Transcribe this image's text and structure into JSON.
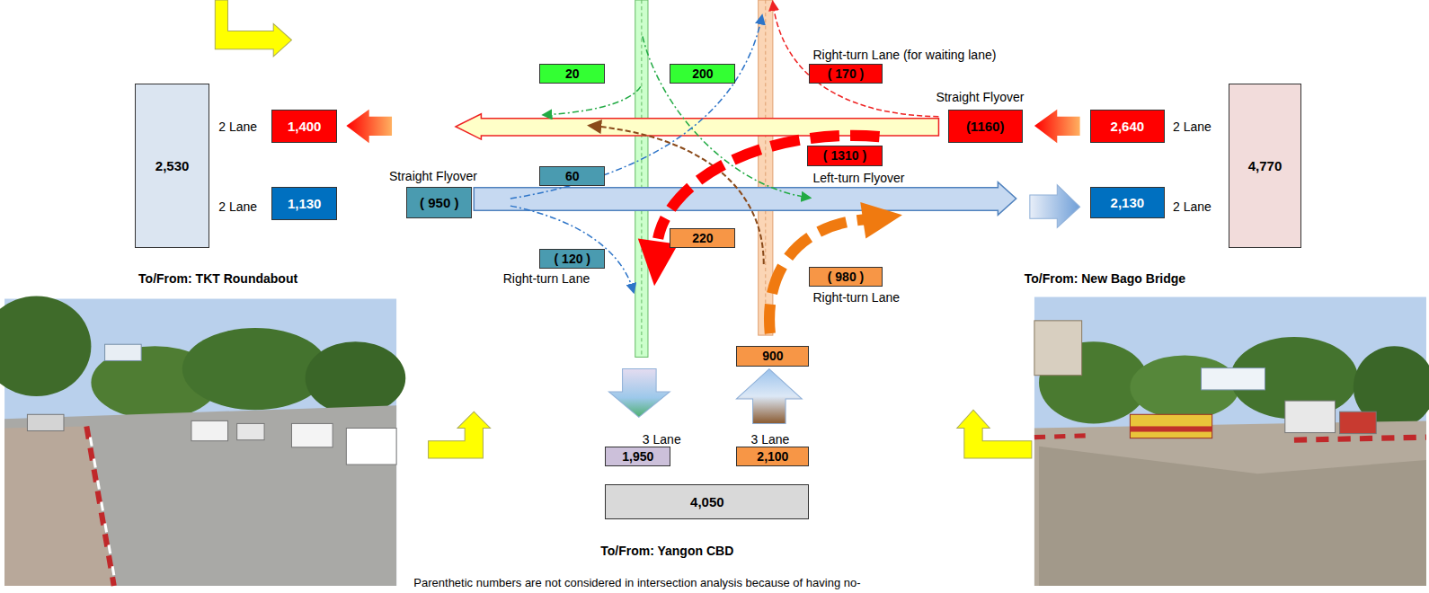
{
  "diagram": {
    "nodes": [
      {
        "text": [
          "2,530"
        ]
      },
      {
        "text": [
          "20"
        ]
      },
      {
        "text": [
          "200"
        ]
      },
      {
        "text": [
          "( 170 )"
        ]
      },
      {
        "text": [
          "4,770"
        ]
      },
      {
        "text": [
          "1,400"
        ]
      },
      {
        "text": [
          "(1160)"
        ]
      },
      {
        "text": [
          "2,640"
        ]
      },
      {
        "text": [
          "( 1310 )"
        ]
      },
      {
        "text": [
          "60"
        ]
      },
      {
        "text": [
          "1,130"
        ]
      },
      {
        "text": [
          "( 950 )"
        ]
      },
      {
        "text": [
          "2,130"
        ]
      },
      {
        "text": [
          "220"
        ]
      },
      {
        "text": [
          "( 120 )"
        ]
      },
      {
        "text": [
          "( 980 )"
        ]
      },
      {
        "text": [
          "900"
        ]
      },
      {
        "text": [
          "1,950"
        ]
      },
      {
        "text": [
          "2,100"
        ]
      },
      {
        "text": [
          "4,050"
        ]
      }
    ],
    "labels": [
      "Right-turn Lane (for waiting lane)",
      "2 Lane",
      "Straight Flyover",
      "2 Lane",
      "Straight Flyover",
      "Left-turn Flyover",
      "2 Lane",
      "2 Lane",
      "To/From: TKT Roundabout",
      "Right-turn Lane",
      "To/From: New Bago Bridge",
      "Right-turn Lane",
      "3 Lane",
      "3 Lane",
      "To/From: Yangon CBD",
      "Parenthetic numbers are not considered in intersection analysis because of having no-"
    ]
  }
}
